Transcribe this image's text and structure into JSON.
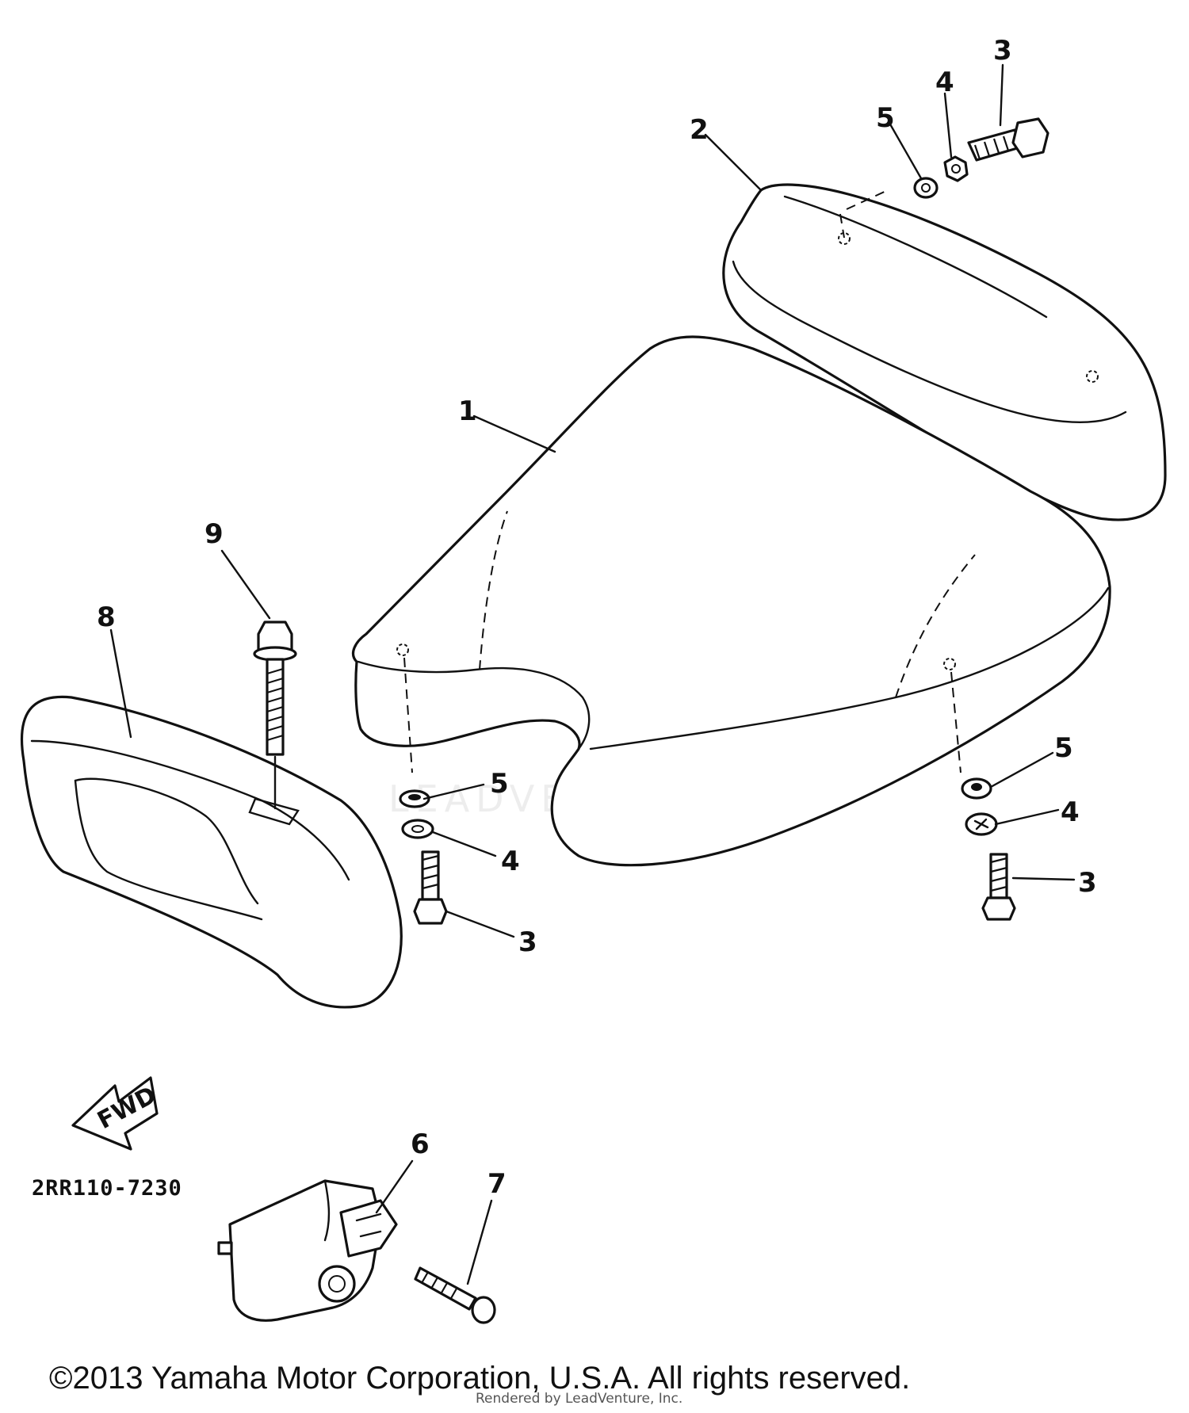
{
  "callouts": {
    "c1": "1",
    "c2": "2",
    "c3_top": "3",
    "c4_top": "4",
    "c5_top": "5",
    "c5_left": "5",
    "c4_left": "4",
    "c3_left": "3",
    "c5_right": "5",
    "c4_right": "4",
    "c3_right": "3",
    "c6": "6",
    "c7": "7",
    "c8": "8",
    "c9": "9"
  },
  "fwd_label": "FWD",
  "part_code": "2RR110-7230",
  "watermark": "LEADVENTURE",
  "copyright": "©2013 Yamaha Motor Corporation, U.S.A. All rights reserved.",
  "rendered_by": "Rendered by LeadVenture, Inc."
}
